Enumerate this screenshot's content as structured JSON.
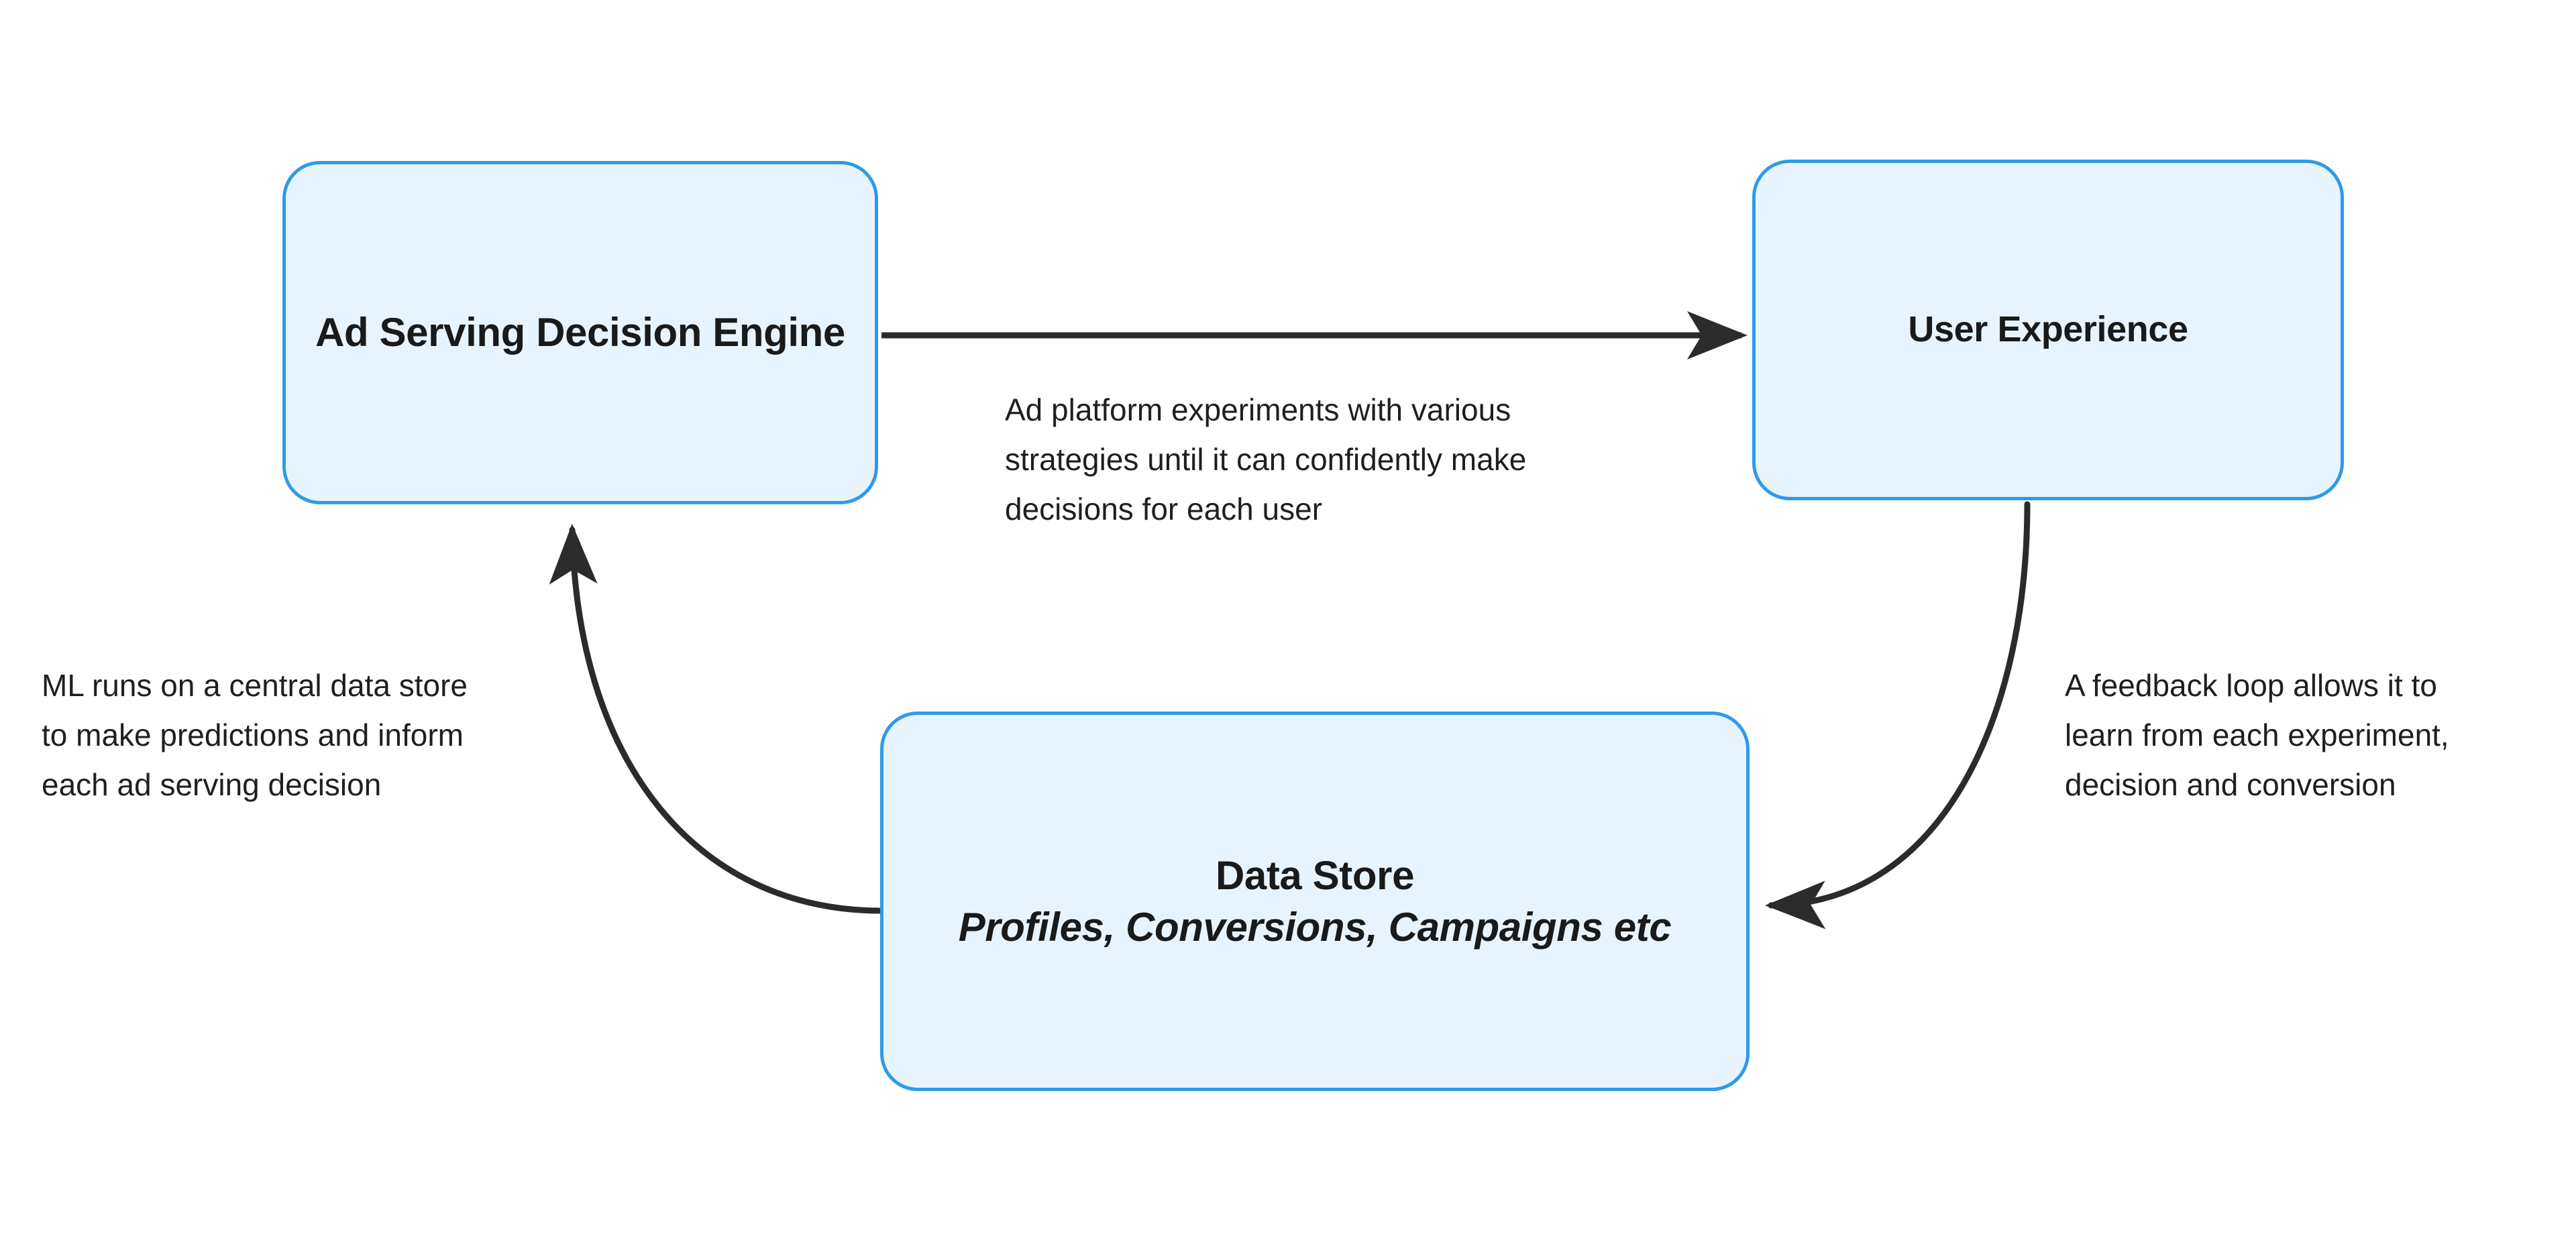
{
  "diagram": {
    "title": "Ad serving decision engine feedback loop",
    "background_color": "#ffffff",
    "node_fill_color": "#e8f4fd",
    "node_border_color": "#2f9ae8",
    "edge_color": "#2b2b2b",
    "text_color": "#1f1f1f"
  },
  "nodes": [
    {
      "id": "ad-serving-decision-engine",
      "title": "Ad Serving\nDecision Engine",
      "subtitle": ""
    },
    {
      "id": "user-experience",
      "title": "User Experience",
      "subtitle": ""
    },
    {
      "id": "data-store",
      "title": "Data Store",
      "subtitle": "Profiles, Conversions, Campaigns etc"
    }
  ],
  "edges": [
    {
      "id": "engine-to-user-experience",
      "from": "ad-serving-decision-engine",
      "to": "user-experience",
      "shape": "straight",
      "label": "Ad platform experiments with various\nstrategies until it can confidently make\ndecisions for each user"
    },
    {
      "id": "user-experience-to-data-store",
      "from": "user-experience",
      "to": "data-store",
      "shape": "curved",
      "label": "A feedback loop allows it to\nlearn from each experiment,\ndecision and conversion"
    },
    {
      "id": "data-store-to-engine",
      "from": "data-store",
      "to": "ad-serving-decision-engine",
      "shape": "curved",
      "label": "ML runs on a central data store\nto make predictions and inform\neach ad serving decision"
    }
  ]
}
